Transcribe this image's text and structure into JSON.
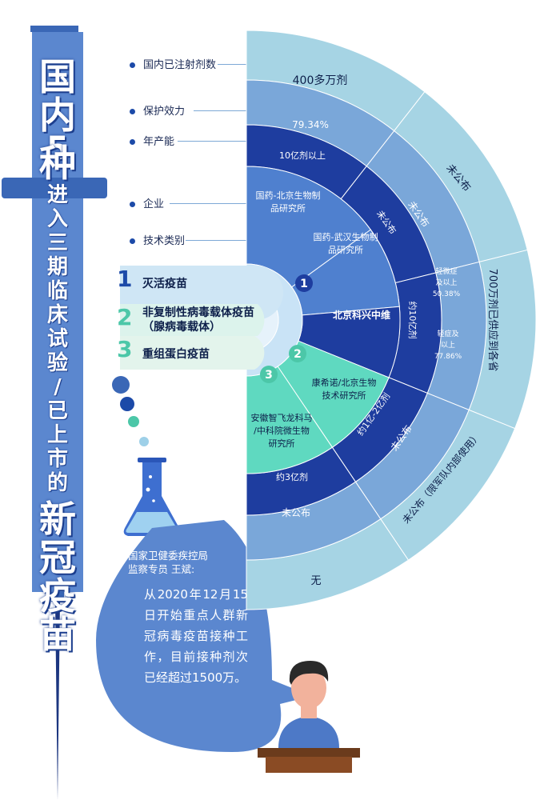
{
  "title": {
    "chars": [
      "国",
      "内",
      "5",
      "种"
    ],
    "sub_chars": [
      "进",
      "入",
      "三",
      "期",
      "临",
      "床",
      "试",
      "验",
      "/",
      "已",
      "上",
      "市",
      "的"
    ],
    "end_chars": [
      "新",
      "冠",
      "疫",
      "苗"
    ]
  },
  "legend": [
    {
      "label": "国内已注射剂数"
    },
    {
      "label": "保护效力"
    },
    {
      "label": "年产能"
    },
    {
      "label": "企业"
    },
    {
      "label": "技术类别"
    }
  ],
  "tech": [
    {
      "num": "1",
      "label": "灭活疫苗"
    },
    {
      "num": "2",
      "label": "非复制性病毒载体疫苗",
      "label2": "（腺病毒载体）"
    },
    {
      "num": "3",
      "label": "重组蛋白疫苗"
    }
  ],
  "rings": {
    "outer": {
      "top": "400多万剂",
      "right_top": "未公布",
      "right": "700万剂已供应到各省",
      "right_bottom": "未公布（限军队内部使用）",
      "bottom": "无"
    },
    "efficacy": {
      "top": "79.34%",
      "a": "未公布",
      "b_line1": "轻微症",
      "b_line2": "及以上",
      "b_line3": "50.38%",
      "c_line1": "轻症及",
      "c_line2": "以上",
      "c_line3": "77.86%",
      "d": "未公布",
      "e": "未公布"
    },
    "capacity": {
      "top": "10亿剂以上",
      "a": "未公布",
      "b": "约10亿剂",
      "c": "约1亿-2亿剂",
      "d": "约3亿剂"
    },
    "companies": {
      "a": "国药-北京生物制品研究所",
      "b": "国药-武汉生物制品研究所",
      "c": "北京科兴中维",
      "d": "康希诺/北京生物技术研究所",
      "e": "安徽智飞龙科马/中科院微生物研究所"
    },
    "inner_nums": [
      "1",
      "2",
      "3"
    ]
  },
  "quote": {
    "head1": "国家卫健委疾控局",
    "head2": "监察专员 王斌:",
    "body": "从2020年12月15日开始重点人群新冠病毒疫苗接种工作，目前接种剂次已经超过1500万。"
  },
  "colors": {
    "outer": "#a6d4e4",
    "efficacy": "#7aa7d9",
    "capacity": "#1e3d9f",
    "company": "#4f80cf",
    "tech_green": "#5fd9c0",
    "syringe": "#5b87cf"
  }
}
